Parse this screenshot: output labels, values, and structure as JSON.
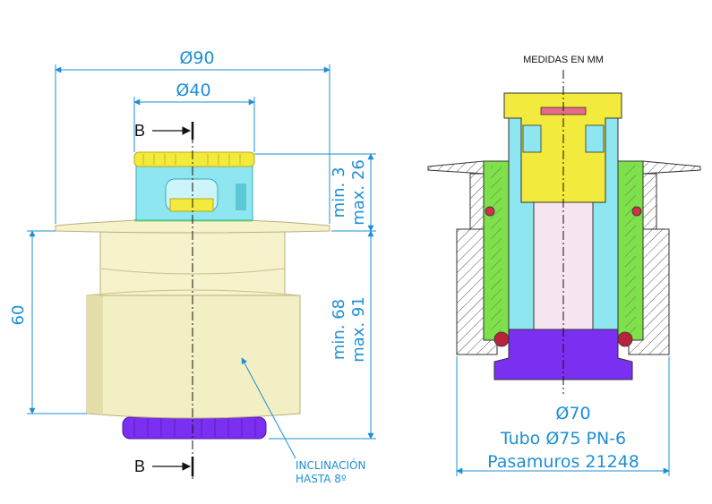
{
  "header": {
    "units_note": "MEDIDAS EN MM"
  },
  "left_view": {
    "dim_outer_diameter": "Ø90",
    "dim_inner_diameter": "Ø40",
    "dim_top_min": "min. 3",
    "dim_top_max": "max. 26",
    "dim_height": "60",
    "dim_body_min": "min. 68",
    "dim_body_max": "max. 91",
    "section_mark_top": "B",
    "section_mark_bottom": "B",
    "note_line1": "INCLINACIÓN",
    "note_line2": "HASTA 8º"
  },
  "right_view": {
    "dim_bottom_diameter": "Ø70",
    "pipe_label": "Tubo Ø75 PN-6",
    "product_label": "Pasamuros 21248"
  },
  "colors": {
    "dimension": "#1e8fd6",
    "body_cream": "#f3efc4",
    "cap_yellow": "#f2ea3c",
    "insert_cyan": "#8ee6f0",
    "base_purple": "#7b2ff0",
    "ring_green": "#7ee04a",
    "seal_red": "#d0304a",
    "tube_pink": "#f7e6f2"
  }
}
